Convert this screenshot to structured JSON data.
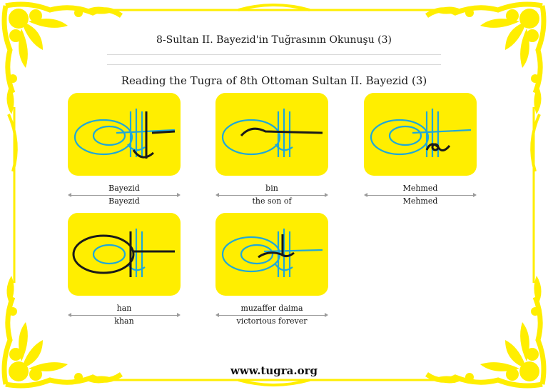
{
  "title_turkish": "8-Sultan II. Bayezid'in Tuğrasının Okunuşu (3)",
  "title_english": "Reading the Tugra of 8th Ottoman Sultan II. Bayezid (3)",
  "colors": {
    "card": "#ffee00",
    "frame": "#ffee00",
    "tugra_blue": "#1fa8d8",
    "highlight": "#1a1a1a"
  },
  "panels": [
    {
      "label_tr": "Bayezid",
      "label_en": "Bayezid"
    },
    {
      "label_tr": "bin",
      "label_en": "the son of"
    },
    {
      "label_tr": "Mehmed",
      "label_en": "Mehmed"
    },
    {
      "label_tr": "han",
      "label_en": "khan"
    },
    {
      "label_tr": "muzaffer daima",
      "label_en": "victorious forever"
    }
  ],
  "footer": "www.tugra.org"
}
